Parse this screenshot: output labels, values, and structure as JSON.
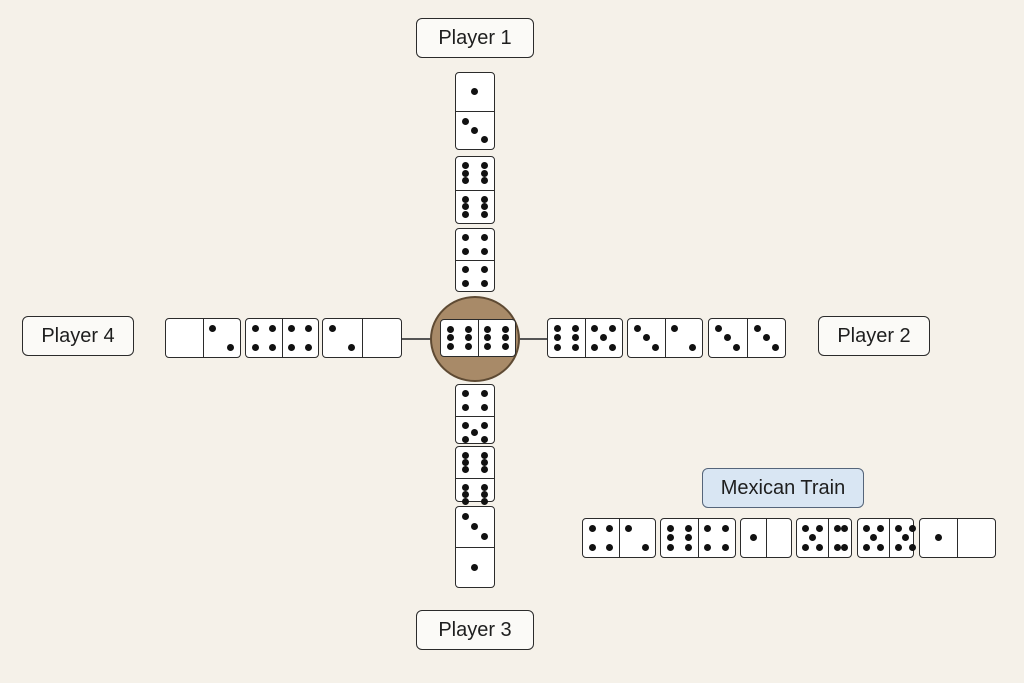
{
  "players": {
    "north": "Player 1",
    "east": "Player 2",
    "south": "Player 3",
    "west": "Player 4"
  },
  "mexican_train": {
    "label": "Mexican Train"
  },
  "colors": {
    "background": "#f5f1e9",
    "hub": "#a88a68",
    "train_label": "#d9e6f3"
  },
  "dominoes": {
    "engine": [
      6,
      6
    ],
    "player1_train": [
      [
        1,
        3
      ],
      [
        6,
        6
      ],
      [
        4,
        4
      ]
    ],
    "player2_train": [
      [
        6,
        5
      ],
      [
        3,
        2
      ],
      [
        3,
        3
      ]
    ],
    "player3_train": [
      [
        4,
        5
      ],
      [
        6,
        6
      ],
      [
        3,
        1
      ]
    ],
    "player4_train": [
      [
        0,
        2
      ],
      [
        4,
        4
      ],
      [
        2,
        0
      ]
    ],
    "mexican_train": [
      [
        4,
        2
      ],
      [
        6,
        4
      ],
      [
        1,
        0
      ],
      [
        5,
        4
      ],
      [
        5,
        5
      ],
      [
        1,
        0
      ]
    ]
  }
}
